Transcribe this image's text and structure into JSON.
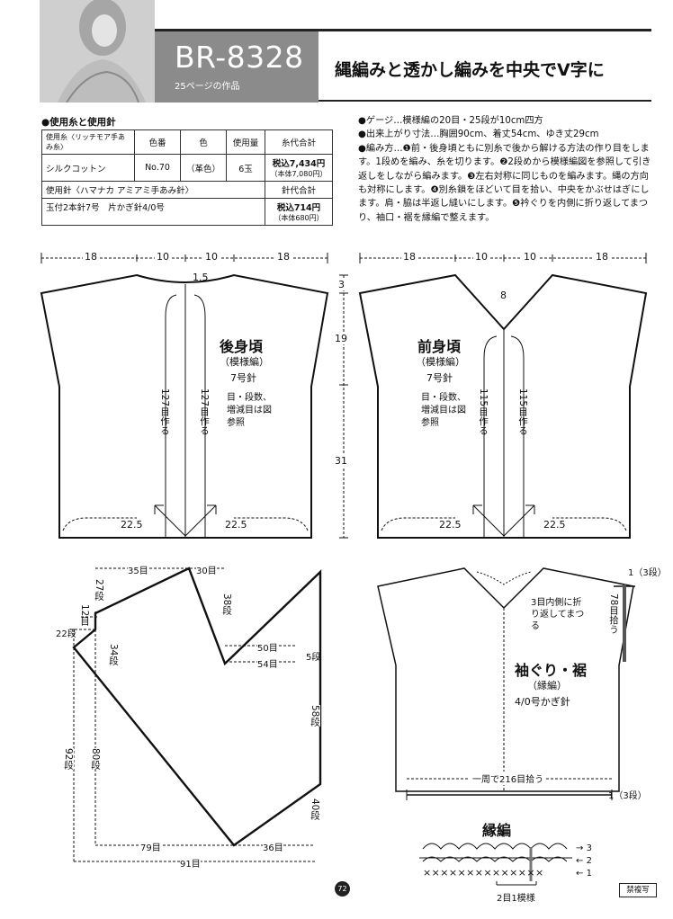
{
  "header": {
    "code": "BR-8328",
    "subcode": "25ページの作品",
    "title": "縄編みと透かし編みを中央でV字に"
  },
  "materials": {
    "heading": "●使用糸と使用針",
    "table_headers": [
      "使用糸〈リッチモア手あみ糸〉",
      "色番",
      "色",
      "使用量",
      "糸代合計"
    ],
    "yarn_row": {
      "name": "シルクコットン",
      "number": "No.70",
      "color": "（革色）",
      "amount": "6玉",
      "price_tax": "税込7,434円",
      "price_base": "（本体7,080円）"
    },
    "needle_header": "使用針〈ハマナカ アミアミ手あみ針〉",
    "needle_price_header": "針代合計",
    "needle_row": {
      "name": "玉付2本針7号　片かぎ針4/0号",
      "price_tax": "税込714円",
      "price_base": "（本体680円）"
    }
  },
  "notes": {
    "gauge": "●ゲージ…模様編の20目・25段が10cm四方",
    "size": "●出来上がり寸法…胸囲90cm、着丈54cm、ゆき丈29cm",
    "method": "●編み方…❶前・後身頃ともに別糸で後から解ける方法の作り目をします。1段めを編み、糸を切ります。❷2段めから模様編図を参照して引き返しをしながら編みます。❸左右対称に同じものを編みます。縄の方向も対称にします。❹別糸鎖をほどいて目を拾い、中央をかぶせはぎにします。肩・脇は半返し縫いにします。❺衿ぐりを内側に折り返してまつり、袖口・裾を縁編で整えます。"
  },
  "back": {
    "dims": [
      "18",
      "10",
      "10",
      "18"
    ],
    "neck": "1.5",
    "title": "後身頃",
    "pattern": "（模様編）",
    "needle": "7号針",
    "cast_left": "127目作る",
    "cast_right": "127目作る",
    "ref": "目・段数、増減目は図参照",
    "bottom_left": "22.5",
    "bottom_right": "22.5"
  },
  "front": {
    "dims": [
      "18",
      "10",
      "10",
      "18"
    ],
    "neck": "8",
    "title": "前身頃",
    "pattern": "（模様編）",
    "needle": "7号針",
    "cast_left": "115目作る",
    "cast_right": "115目作る",
    "ref": "目・段数、増減目は図参照",
    "bottom_left": "22.5",
    "bottom_right": "22.5"
  },
  "vertical_dims": {
    "top": "3",
    "mid": "19",
    "low": "31"
  },
  "chart": {
    "labels": {
      "top_a": "35目",
      "top_b": "30目",
      "r27": "27段",
      "r12": "12目",
      "r22": "22段",
      "r34": "34段",
      "r38": "38段",
      "c50": "50目",
      "c54": "54目",
      "r5": "5段",
      "r58": "58段",
      "r92": "92段",
      "r80": "80段",
      "r40": "40段",
      "b79": "79目",
      "b36": "36目",
      "b91": "91目"
    }
  },
  "edging": {
    "fold_note": "3目内側に折り返してまつる",
    "sleeve_pick": "78目拾う",
    "sleeve_rows": "1（3段）",
    "title": "袖ぐり・裾",
    "pattern": "（縁編）",
    "needle": "4/0号かぎ針",
    "hem_pick": "一周で216目拾う",
    "hem_rows": "1（3段）"
  },
  "stitch": {
    "title": "縁編",
    "row3": "3",
    "row2": "2",
    "row1": "1",
    "repeat": "2目1模様"
  },
  "footer": {
    "page": "72",
    "stamp": "禁複写"
  }
}
